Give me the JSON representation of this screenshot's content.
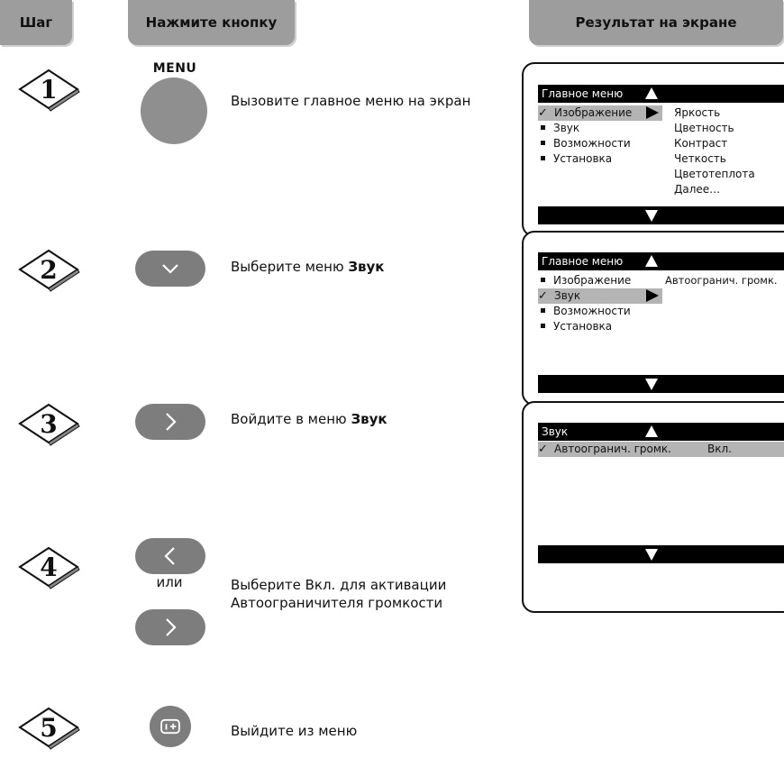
{
  "headers": {
    "step": "Шаг",
    "press": "Нажмите кнопку",
    "result": "Результат на экране"
  },
  "steps": [
    {
      "num": "1",
      "instruction": "Вызовите главное меню на экран",
      "button_label": "MENU",
      "button_icon": "menu-button"
    },
    {
      "num": "2",
      "instruction_pre": "Выберите меню ",
      "instruction_bold": "Звук",
      "button_icon": "chevron-down-icon"
    },
    {
      "num": "3",
      "instruction_pre": "Войдите в меню ",
      "instruction_bold": "Звук",
      "button_icon": "chevron-right-icon"
    },
    {
      "num": "4",
      "instruction_line1": "Выберите Вкл. для активации",
      "instruction_line2": "Автоограничителя громкости",
      "or_text": "или",
      "button_icon": "chevron-left-icon / chevron-right-icon"
    },
    {
      "num": "5",
      "instruction": "Выйдите из меню",
      "button_icon": "info-plus-icon"
    }
  ],
  "screen1": {
    "title": "Главное меню",
    "items": [
      "Изображение",
      "Звук",
      "Возможности",
      "Установка"
    ],
    "selected_index": 0,
    "submenu": [
      "Яркость",
      "Цветность",
      "Контраст",
      "Четкость",
      "Цветотеплота",
      "Далее…"
    ]
  },
  "screen2": {
    "title": "Главное меню",
    "items": [
      "Изображение",
      "Звук",
      "Возможности",
      "Установка"
    ],
    "selected_index": 1,
    "submenu": [
      "Автоогранич. громк."
    ]
  },
  "screen3": {
    "title": "Звук",
    "item": "Автоогранич. громк.",
    "value": "Вкл."
  },
  "colors": {
    "header_bg": "#9d9d9d",
    "button_bg": "#7d7d7d",
    "selected_row": "#b4b4b4"
  }
}
